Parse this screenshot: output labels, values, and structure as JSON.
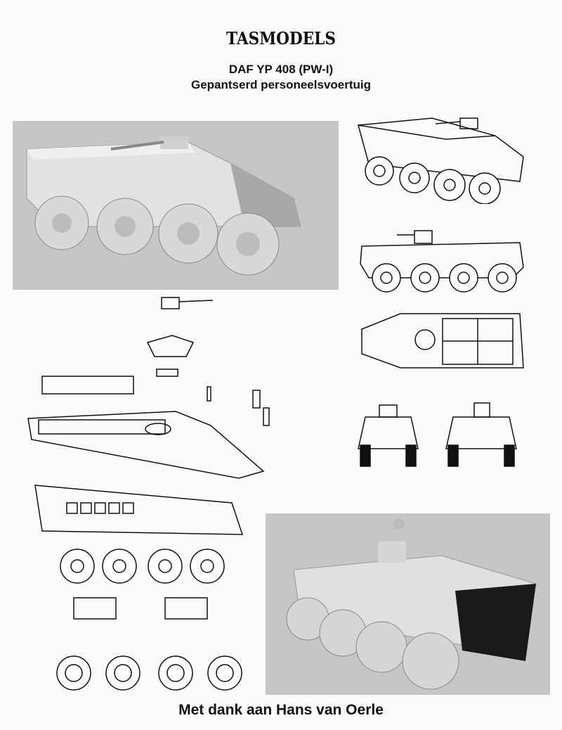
{
  "header": {
    "brand": "TASMODELS",
    "model": "DAF YP 408 (PW-I)",
    "description": "Gepantserd personeelsvoertuig"
  },
  "footer": {
    "credit": "Met dank aan Hans van Oerle"
  },
  "colors": {
    "render_background": "#c6c6c6",
    "vehicle_grey": "#dcdcdc",
    "ink": "#111111"
  }
}
